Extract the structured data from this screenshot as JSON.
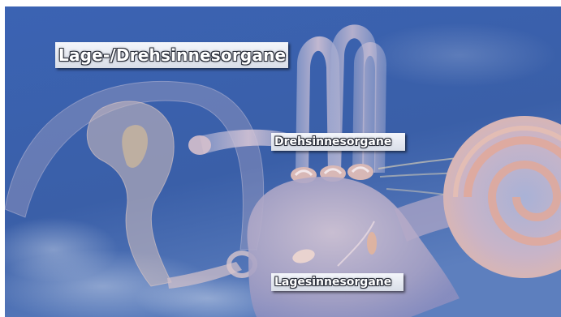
{
  "scene": {
    "description_icon": "inner-ear-illustration",
    "background_color": "#3d64b0",
    "labels": {
      "main": "Lage-/Drehsinnesorgane",
      "rotation": "Drehsinnesorgane",
      "position": "Lagesinnesorgane"
    }
  }
}
